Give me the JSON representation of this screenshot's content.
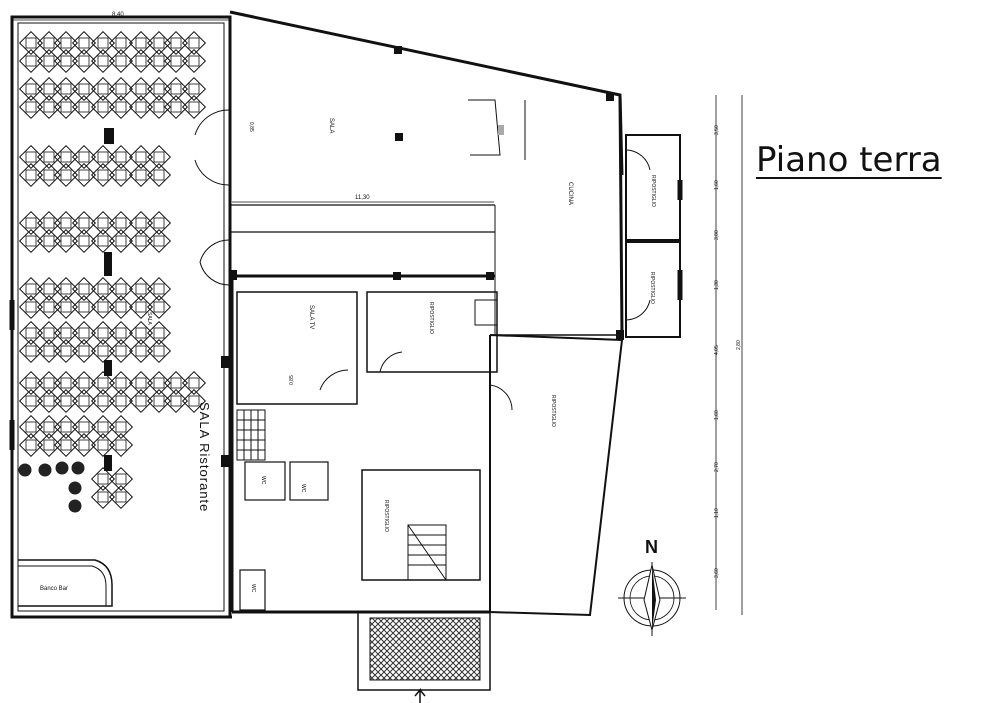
{
  "title": "Piano terra",
  "north": "N",
  "rooms": {
    "sala": "SALA",
    "cucina": "CUCINA",
    "ripostiglio": "RIPOSTIGLIO",
    "sala_tv": "SALA TV",
    "wc": "WC",
    "sala_ristorante": "SALA Ristorante",
    "banco_bar": "Banco Bar",
    "sala_small": "SALA"
  },
  "dimensions": {
    "top_width": "8,40",
    "sala_width": "11,30",
    "small_a": "0,85",
    "small_b": "0,85",
    "right_total": "2,80",
    "right_segments": [
      "3,50",
      "1,60",
      "3,00",
      "1,30",
      "4,05",
      "1,60",
      "2,70",
      "1,10",
      "3,60"
    ]
  },
  "colors": {
    "line": "#111111",
    "hatch": "#333333"
  }
}
